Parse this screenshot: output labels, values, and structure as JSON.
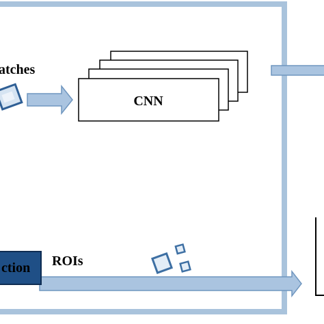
{
  "diagram": {
    "labels": {
      "patches": "atches",
      "cnn": "CNN",
      "rois": "ROIs",
      "detection": "ction"
    },
    "colors": {
      "frame_stroke": "#a9c3dc",
      "arrow_fill": "#aac4e0",
      "arrow_stroke": "#6f96bf",
      "roi_stroke": "#3d6fa3",
      "detection_fill": "#1f4f86",
      "box_stroke": "#000000"
    },
    "icons": [
      "patch-tile-icon",
      "roi-square-icon"
    ]
  }
}
